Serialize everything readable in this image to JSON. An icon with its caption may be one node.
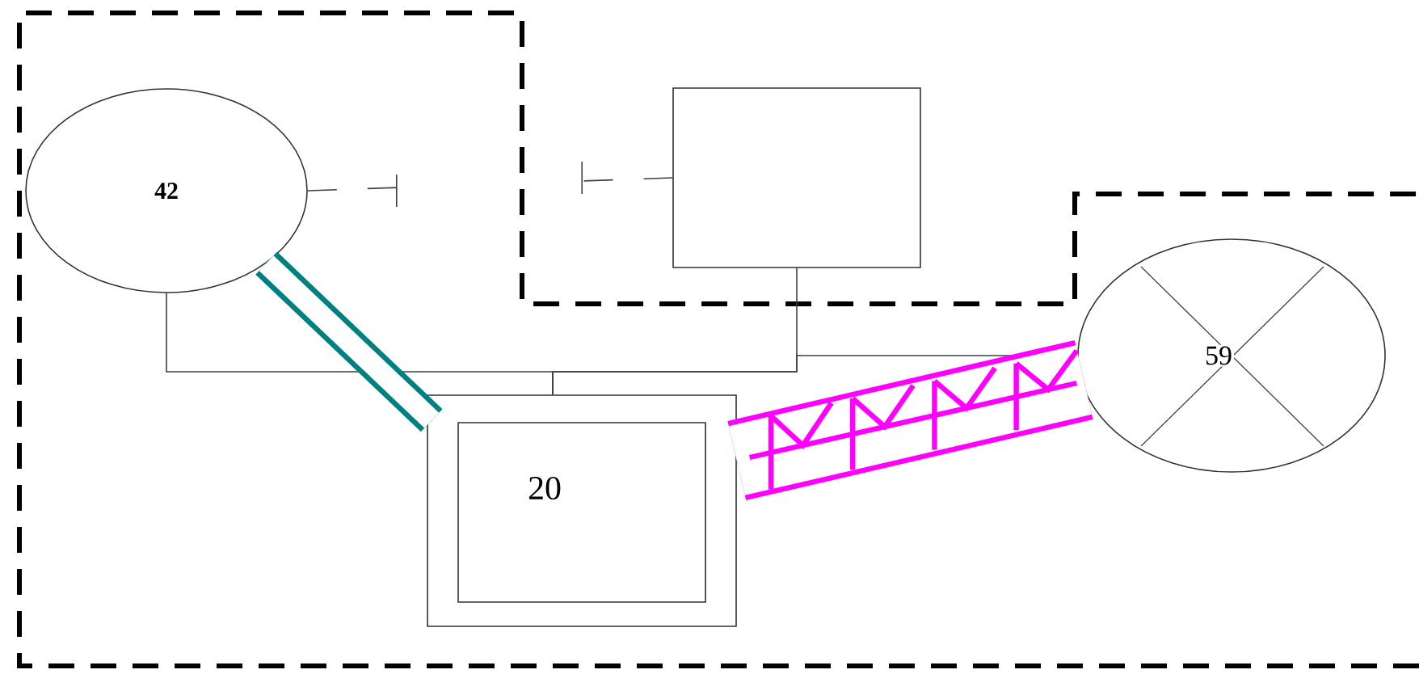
{
  "diagram": {
    "nodes": [
      {
        "text": [
          "42"
        ]
      },
      {
        "text": [],
        "shape": "box"
      },
      {
        "text": [
          "59"
        ]
      },
      {
        "text": [],
        "shape": "box"
      },
      {
        "text": [
          "20"
        ],
        "in": 3
      }
    ],
    "edges": [
      {
        "from": 0,
        "to": 1,
        "arrow": "none",
        "style": "dashed"
      },
      {
        "from": 0,
        "to": 3,
        "arrow": "none"
      },
      {
        "from": 1,
        "to": 3,
        "arrow": "none"
      },
      {
        "from": 2,
        "to": 3,
        "arrow": "none"
      },
      {
        "from": 0,
        "to": 3,
        "arrow": "none",
        "style": "thick",
        "color": "#008080"
      },
      {
        "from": 3,
        "to": 2,
        "arrow": "none",
        "style": "thick",
        "color": "#ff00ff"
      }
    ]
  }
}
